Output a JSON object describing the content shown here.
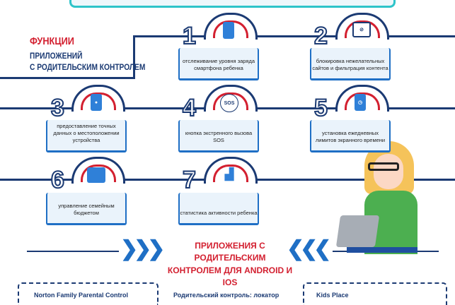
{
  "title": {
    "line1": "ФУНКЦИИ",
    "line2": "ПРИЛОЖЕНИЙ",
    "line3": "С РОДИТЕЛЬСКИМ КОНТРОЛЕМ"
  },
  "features": [
    {
      "num": "1",
      "text": "отслеживание уровня заряда смартфона ребенка",
      "icon": "phone-child-icon"
    },
    {
      "num": "2",
      "text": "блокировка нежелательных сайтов и фильтрация контента",
      "icon": "blocked-monitor-icon"
    },
    {
      "num": "3",
      "text": "предоставление точных данных о местоположении устройства",
      "icon": "location-phone-icon"
    },
    {
      "num": "4",
      "text": "кнопка экстренного вызова SOS",
      "icon": "sos-icon",
      "icon_text": "SOS"
    },
    {
      "num": "5",
      "text": "установка ежедневных лимитов экранного времени",
      "icon": "alarm-phone-icon"
    },
    {
      "num": "6",
      "text": "управление семейным бюджетом",
      "icon": "wallet-icon"
    },
    {
      "num": "7",
      "text": "статистика активности ребенка",
      "icon": "stats-icon"
    }
  ],
  "section": {
    "line1": "ПРИЛОЖЕНИЯ С РОДИТЕЛЬСКИМ",
    "line2": "КОНТРОЛЕМ ДЛЯ ANDROID И IOS"
  },
  "apps": [
    "Norton Family Parental Control",
    "Родительский контроль: локатор",
    "Kids Place"
  ],
  "colors": {
    "navy": "#1b3a73",
    "red": "#d32030",
    "blue": "#1f6fc5",
    "teal": "#2ec4c9"
  }
}
